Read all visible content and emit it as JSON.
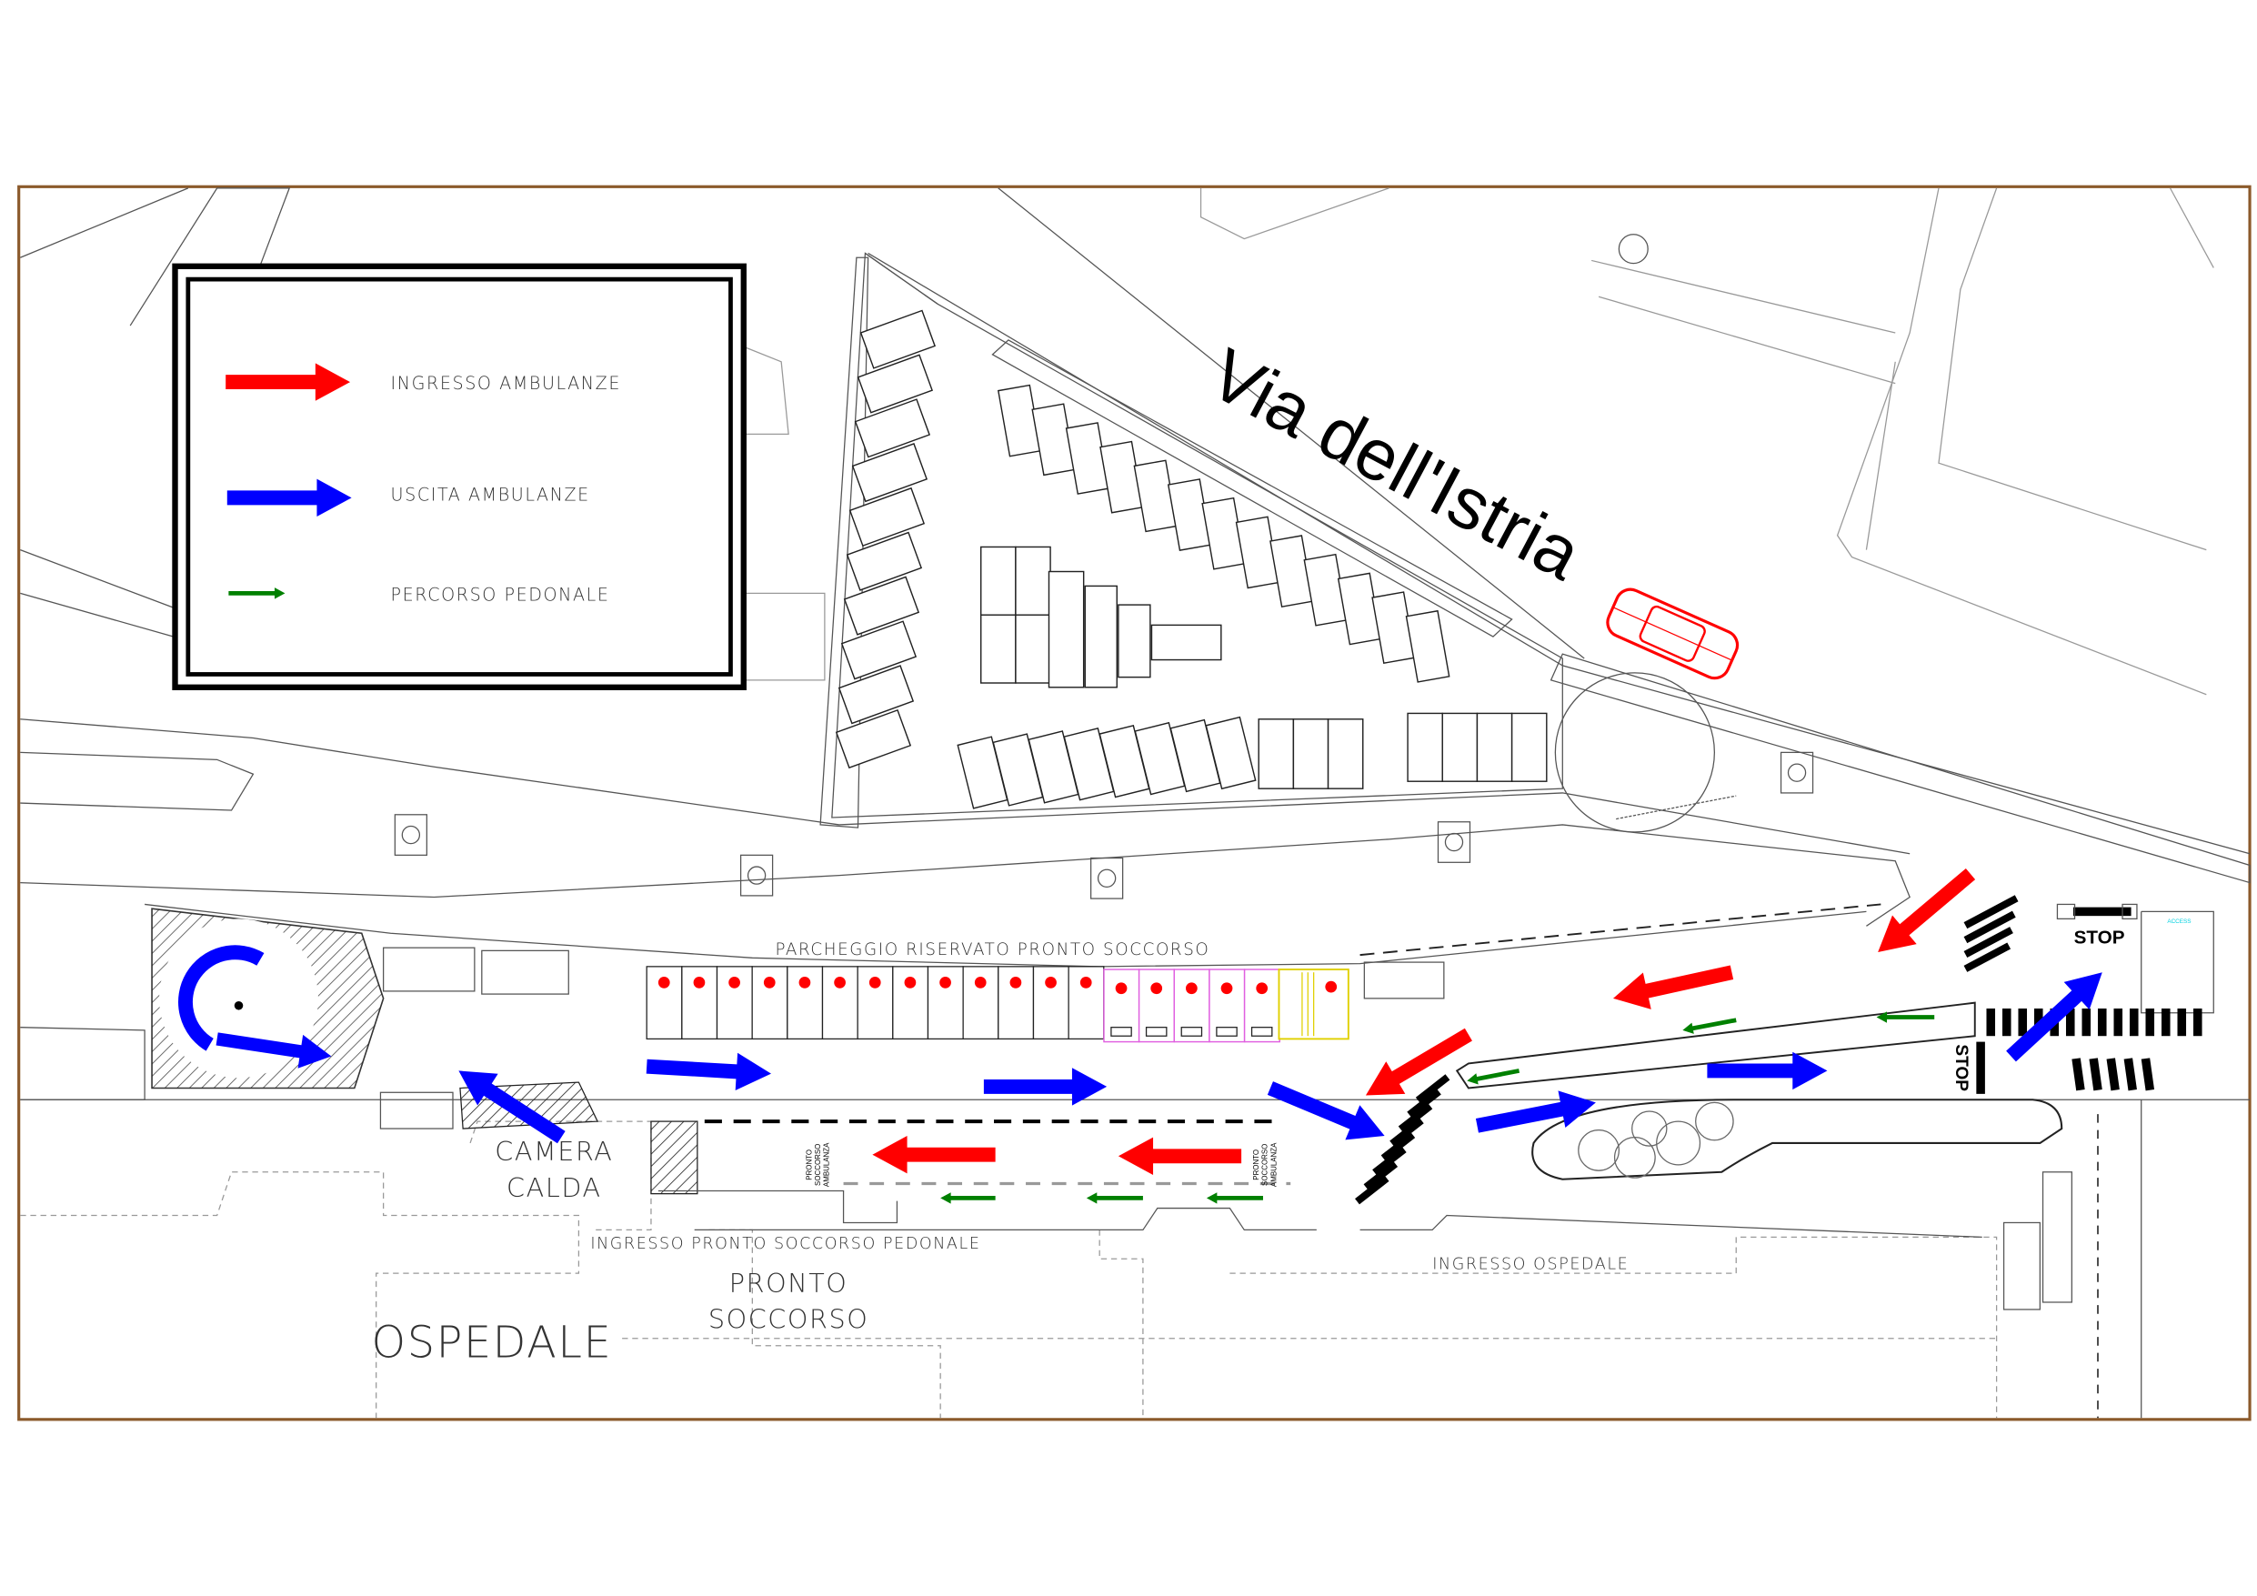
{
  "legend": {
    "items": [
      {
        "label": "INGRESSO  AMBULANZE",
        "color": "#ff0000"
      },
      {
        "label": "USCITA  AMBULANZE",
        "color": "#0000ff"
      },
      {
        "label": "PERCORSO  PEDONALE",
        "color": "#008000"
      }
    ]
  },
  "street_name": "Via dell'Istria",
  "labels": {
    "parking": "PARCHEGGIO  RISERVATO  PRONTO  SOCCORSO",
    "camera_1": "CAMERA",
    "camera_2": "CALDA",
    "pronto_1": "PRONTO",
    "pronto_2": "SOCCORSO",
    "ospedale": "OSPEDALE",
    "ingresso_ps_pedonale": "INGRESSO  PRONTO  SOCCORSO  PEDONALE",
    "ingresso_ospedale": "INGRESSO  OSPEDALE",
    "stop_1": "STOP",
    "stop_2": "STOP",
    "ps_amb_1": [
      "PRONTO",
      "SOCCORSO",
      "AMBULANZA"
    ],
    "ps_amb_2": [
      "PRONTO",
      "SOCCORSO",
      "AMBULANZA"
    ],
    "access": "ACCESS"
  },
  "colors": {
    "frame": "#8b5a2b",
    "ingresso": "#ff0000",
    "uscita": "#0000ff",
    "pedonale": "#008000",
    "car": "#ff0000"
  }
}
